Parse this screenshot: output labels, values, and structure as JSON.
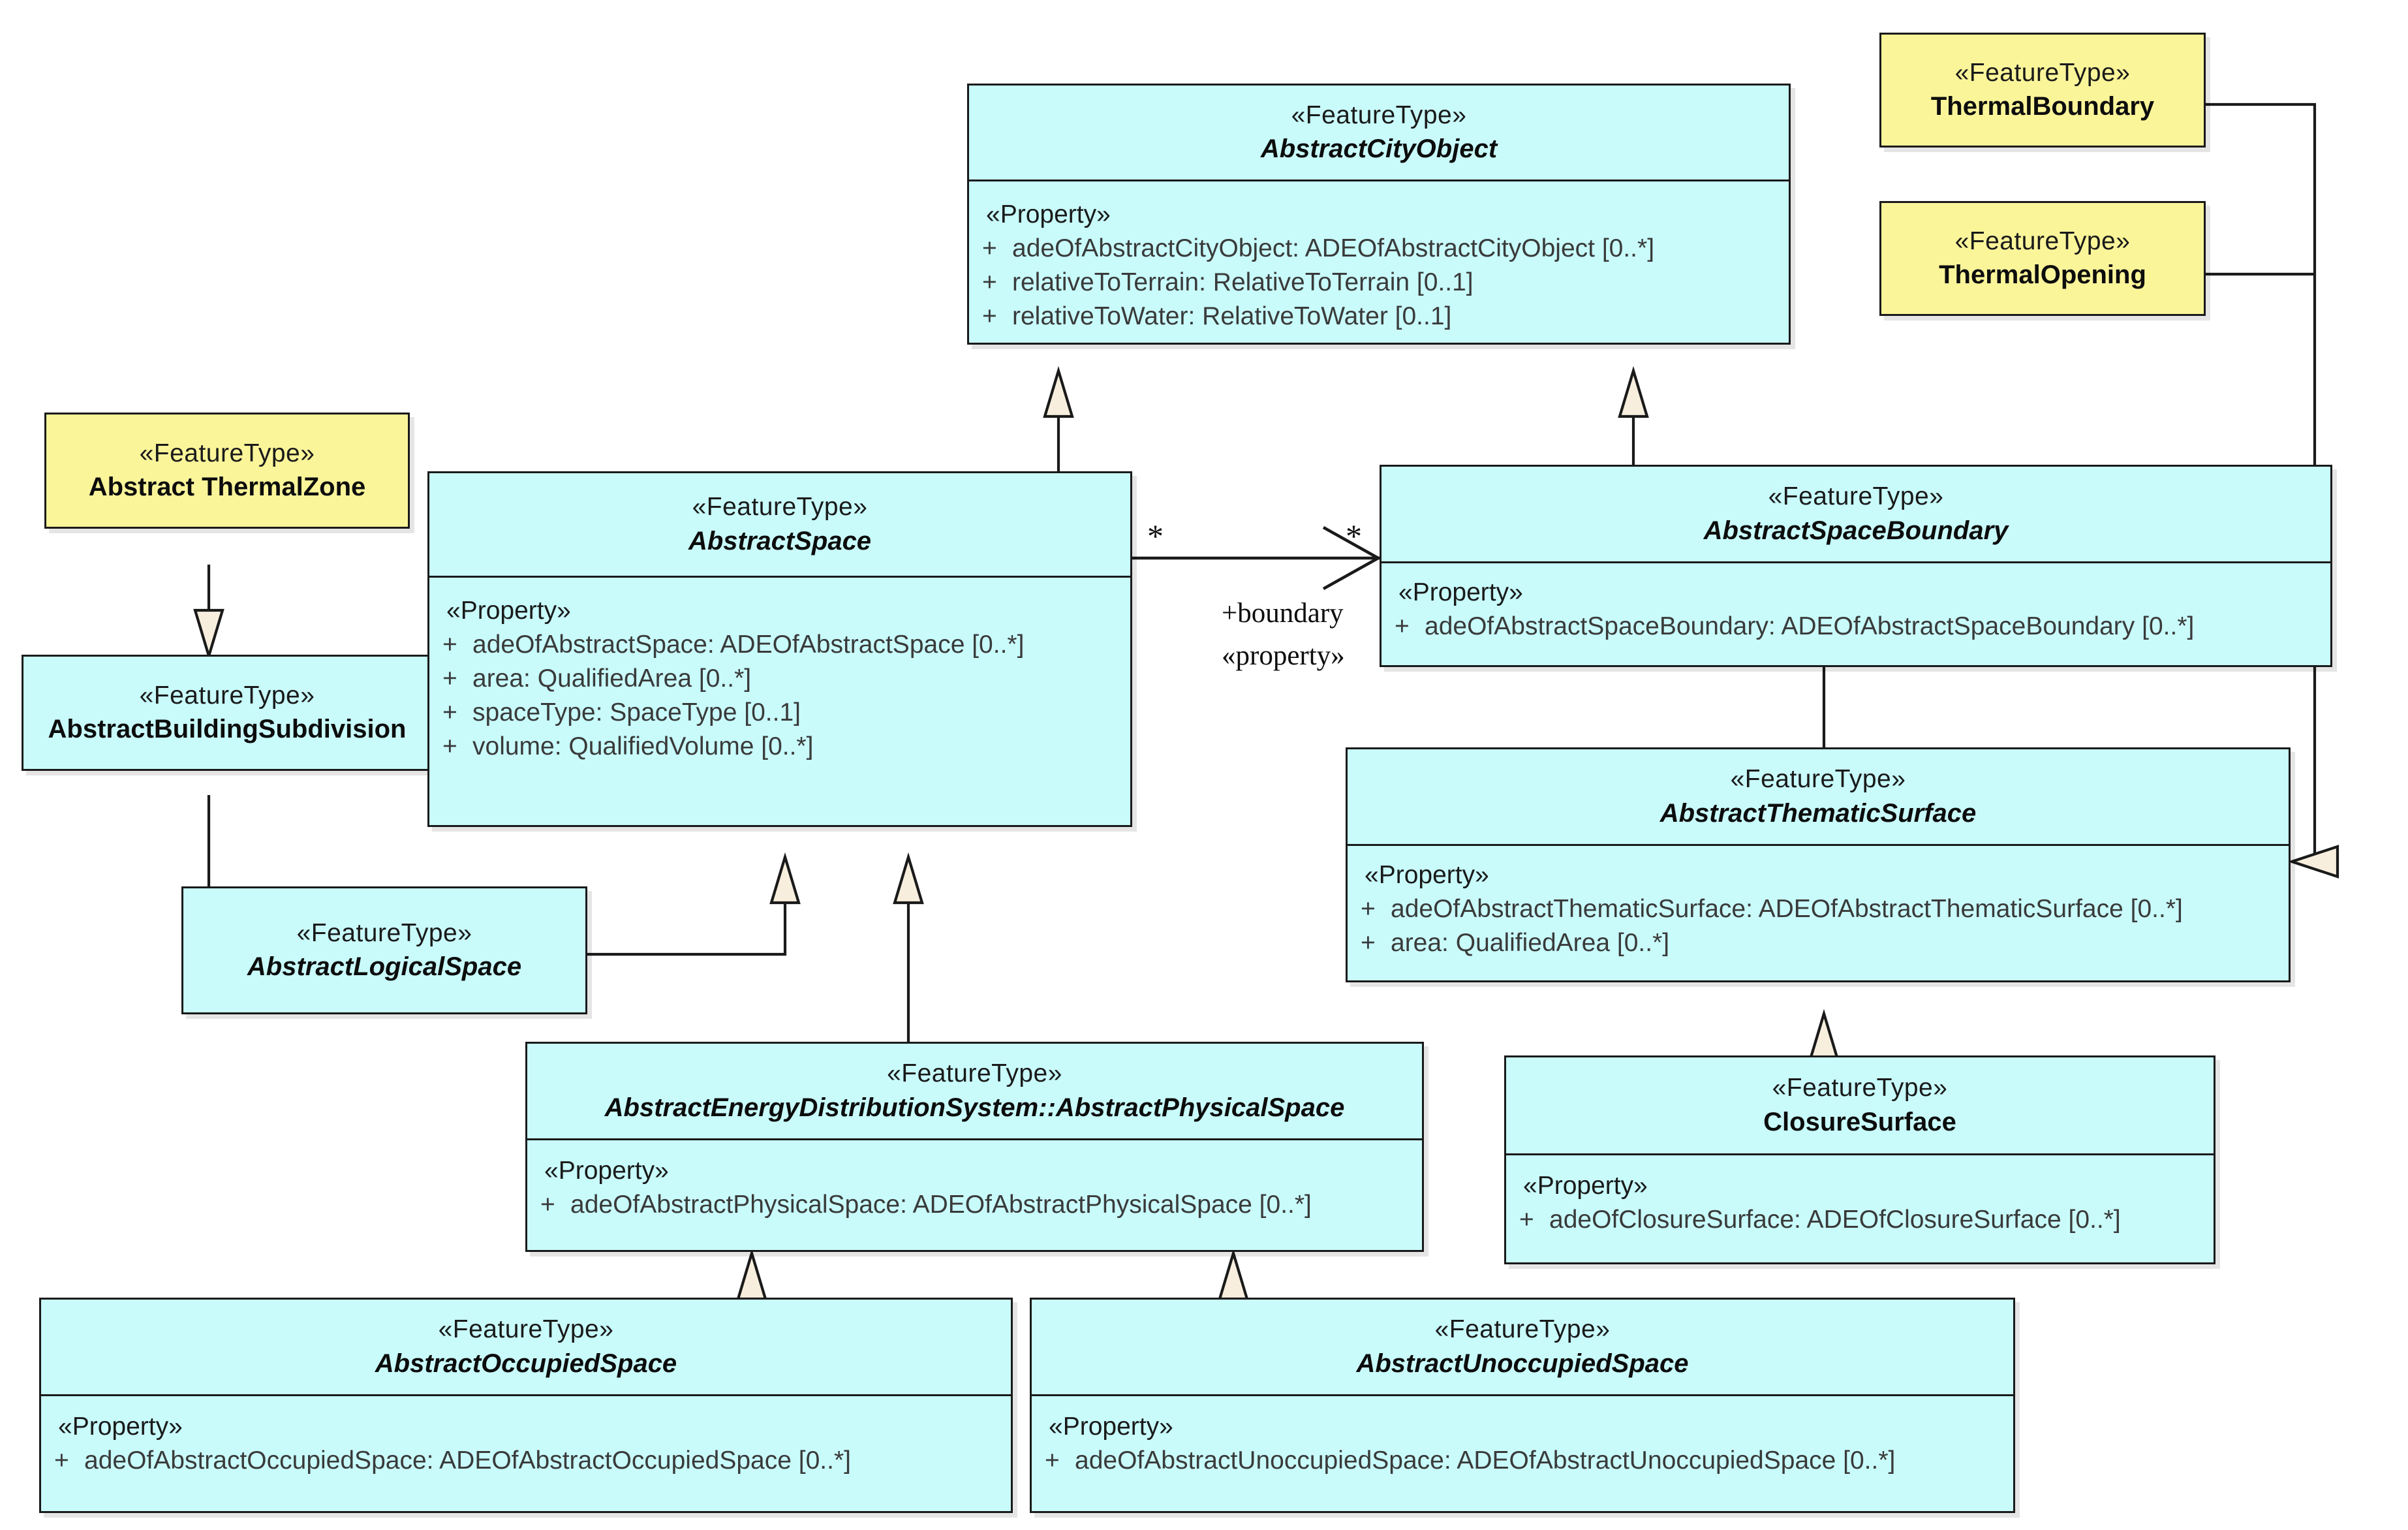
{
  "diagram": {
    "type": "uml-class-diagram",
    "title": "CityGML AbstractSpace / AbstractSpaceBoundary model",
    "colors": {
      "feature_fill": "#c9fbfb",
      "highlight_fill": "#fbf59a",
      "stroke": "#1a1a1a",
      "arrow_fill": "#f7eedd",
      "background": "#ffffff"
    },
    "stereotype_featuretype": "«FeatureType»",
    "stereotype_property": "«Property»"
  },
  "classes": [
    {
      "id": "abstract-city-object",
      "stereotype": "«FeatureType»",
      "name": "AbstractCityObject",
      "abstract": true,
      "fill": "#c9fbfb",
      "compartment_label": "«Property»",
      "attributes": [
        {
          "visibility": "+",
          "signature": "adeOfAbstractCityObject: ADEOfAbstractCityObject [0..*]"
        },
        {
          "visibility": "+",
          "signature": "relativeToTerrain: RelativeToTerrain [0..1]"
        },
        {
          "visibility": "+",
          "signature": "relativeToWater: RelativeToWater [0..1]"
        }
      ]
    },
    {
      "id": "thermal-boundary",
      "stereotype": "«FeatureType»",
      "name": "ThermalBoundary",
      "abstract": false,
      "fill": "#fbf59a",
      "attributes": []
    },
    {
      "id": "thermal-opening",
      "stereotype": "«FeatureType»",
      "name": "ThermalOpening",
      "abstract": false,
      "fill": "#fbf59a",
      "attributes": []
    },
    {
      "id": "abstract-thermal-zone",
      "stereotype": "«FeatureType»",
      "name": "Abstract ThermalZone",
      "abstract": false,
      "fill": "#fbf59a",
      "attributes": []
    },
    {
      "id": "abstract-building-subdivision",
      "stereotype": "«FeatureType»",
      "name": "AbstractBuildingSubdivision",
      "abstract": false,
      "fill": "#c9fbfb",
      "attributes": []
    },
    {
      "id": "abstract-space",
      "stereotype": "«FeatureType»",
      "name": "AbstractSpace",
      "abstract": true,
      "fill": "#c9fbfb",
      "compartment_label": "«Property»",
      "attributes": [
        {
          "visibility": "+",
          "signature": "adeOfAbstractSpace: ADEOfAbstractSpace [0..*]"
        },
        {
          "visibility": "+",
          "signature": "area: QualifiedArea [0..*]"
        },
        {
          "visibility": "+",
          "signature": "spaceType: SpaceType [0..1]"
        },
        {
          "visibility": "+",
          "signature": "volume: QualifiedVolume [0..*]"
        }
      ]
    },
    {
      "id": "abstract-space-boundary",
      "stereotype": "«FeatureType»",
      "name": "AbstractSpaceBoundary",
      "abstract": true,
      "fill": "#c9fbfb",
      "compartment_label": "«Property»",
      "attributes": [
        {
          "visibility": "+",
          "signature": "adeOfAbstractSpaceBoundary: ADEOfAbstractSpaceBoundary [0..*]"
        }
      ]
    },
    {
      "id": "abstract-logical-space",
      "stereotype": "«FeatureType»",
      "name": "AbstractLogicalSpace",
      "abstract": true,
      "fill": "#c9fbfb",
      "attributes": []
    },
    {
      "id": "abstract-thematic-surface",
      "stereotype": "«FeatureType»",
      "name": "AbstractThematicSurface",
      "abstract": true,
      "fill": "#c9fbfb",
      "compartment_label": "«Property»",
      "attributes": [
        {
          "visibility": "+",
          "signature": "adeOfAbstractThematicSurface: ADEOfAbstractThematicSurface [0..*]"
        },
        {
          "visibility": "+",
          "signature": "area: QualifiedArea [0..*]"
        }
      ]
    },
    {
      "id": "closure-surface",
      "stereotype": "«FeatureType»",
      "name": "ClosureSurface",
      "abstract": false,
      "fill": "#c9fbfb",
      "compartment_label": "«Property»",
      "attributes": [
        {
          "visibility": "+",
          "signature": "adeOfClosureSurface: ADEOfClosureSurface [0..*]"
        }
      ]
    },
    {
      "id": "abstract-physical-space",
      "stereotype": "«FeatureType»",
      "name": "AbstractEnergyDistributionSystem::AbstractPhysicalSpace",
      "abstract": true,
      "fill": "#c9fbfb",
      "compartment_label": "«Property»",
      "attributes": [
        {
          "visibility": "+",
          "signature": "adeOfAbstractPhysicalSpace: ADEOfAbstractPhysicalSpace [0..*]"
        }
      ]
    },
    {
      "id": "abstract-occupied-space",
      "stereotype": "«FeatureType»",
      "name": "AbstractOccupiedSpace",
      "abstract": true,
      "fill": "#c9fbfb",
      "compartment_label": "«Property»",
      "attributes": [
        {
          "visibility": "+",
          "signature": "adeOfAbstractOccupiedSpace: ADEOfAbstractOccupiedSpace [0..*]"
        }
      ]
    },
    {
      "id": "abstract-unoccupied-space",
      "stereotype": "«FeatureType»",
      "name": "AbstractUnoccupiedSpace",
      "abstract": true,
      "fill": "#c9fbfb",
      "compartment_label": "«Property»",
      "attributes": [
        {
          "visibility": "+",
          "signature": "adeOfAbstractUnoccupiedSpace: ADEOfAbstractUnoccupiedSpace [0..*]"
        }
      ]
    }
  ],
  "association": {
    "id": "space-boundary-association",
    "source": "abstract-space",
    "target": "abstract-space-boundary",
    "source_multiplicity": "*",
    "target_multiplicity": "*",
    "role_name": "+boundary",
    "role_stereotype": "«property»"
  },
  "generalizations": [
    {
      "from": "abstract-space",
      "to": "abstract-city-object"
    },
    {
      "from": "abstract-space-boundary",
      "to": "abstract-city-object"
    },
    {
      "from": "abstract-building-subdivision",
      "to": "abstract-thermal-zone"
    },
    {
      "from": "abstract-logical-space",
      "to": "abstract-building-subdivision"
    },
    {
      "from": "abstract-logical-space",
      "to": "abstract-space"
    },
    {
      "from": "abstract-physical-space",
      "to": "abstract-space"
    },
    {
      "from": "abstract-thematic-surface",
      "to": "abstract-space-boundary"
    },
    {
      "from": "closure-surface",
      "to": "abstract-thematic-surface"
    },
    {
      "from": "thermal-boundary",
      "to": "abstract-thematic-surface"
    },
    {
      "from": "thermal-opening",
      "to": "abstract-thematic-surface"
    },
    {
      "from": "abstract-occupied-space",
      "to": "abstract-physical-space"
    },
    {
      "from": "abstract-unoccupied-space",
      "to": "abstract-physical-space"
    }
  ]
}
